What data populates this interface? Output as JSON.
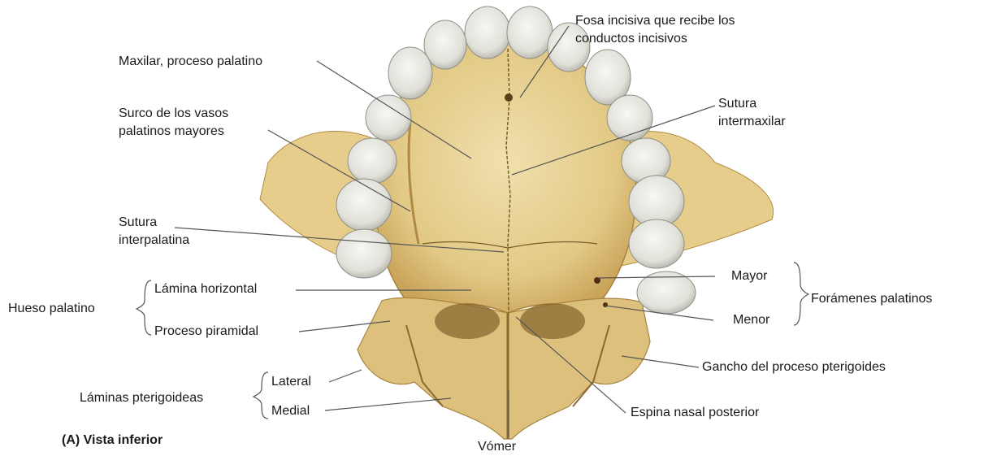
{
  "figure": {
    "caption": "(A) Vista inferior",
    "colors": {
      "bone": "#e8d49a",
      "bone_shadow": "#c9a45a",
      "bone_dark": "#8a6a30",
      "teeth": "#e9e9e4",
      "teeth_shadow": "#a8a8a0",
      "leader_line": "#555555",
      "text": "#1a1a1a"
    },
    "labels": {
      "fosa_incisiva_1": "Fosa incisiva que recibe los",
      "fosa_incisiva_2": "conductos incisivos",
      "maxilar": "Maxilar, proceso palatino",
      "surco_1": "Surco de los vasos",
      "surco_2": "palatinos mayores",
      "sutura_intermaxilar_1": "Sutura",
      "sutura_intermaxilar_2": "intermaxilar",
      "sutura_interpalatina_1": "Sutura",
      "sutura_interpalatina_2": "interpalatina",
      "hueso_palatino": "Hueso palatino",
      "lamina_horizontal": "Lámina horizontal",
      "proceso_piramidal": "Proceso piramidal",
      "mayor": "Mayor",
      "menor": "Menor",
      "foramenes_palatinos": "Forámenes palatinos",
      "gancho": "Gancho del proceso pterigoides",
      "laminas_pterigoideas": "Láminas pterigoideas",
      "lateral": "Lateral",
      "medial": "Medial",
      "espina_nasal": "Espina nasal posterior",
      "vomer": "Vómer"
    }
  }
}
